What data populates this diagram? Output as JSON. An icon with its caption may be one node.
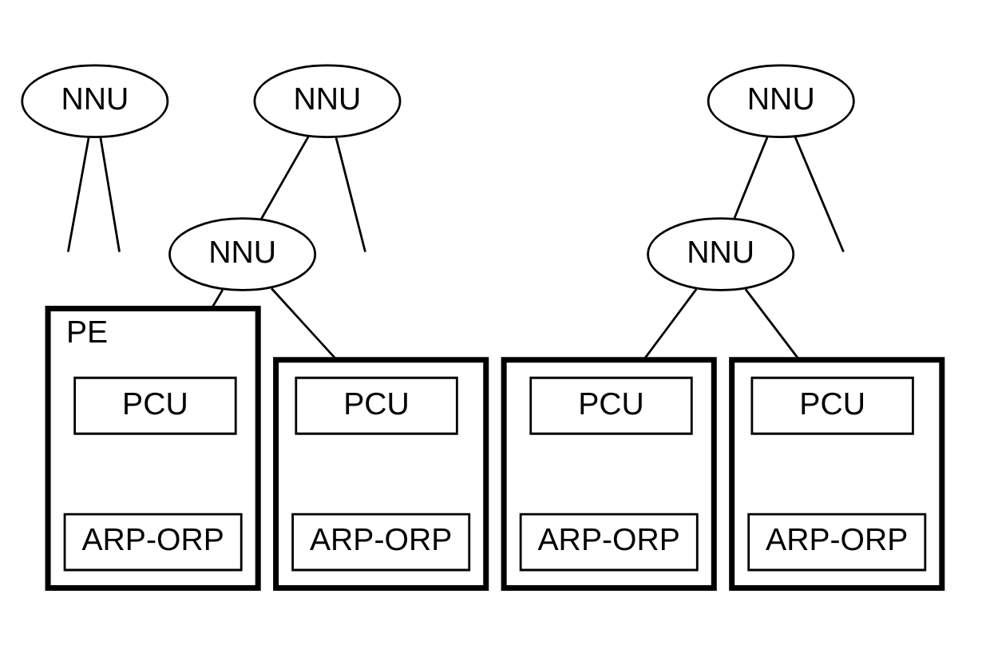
{
  "diagram": {
    "nodes": [
      {
        "text": [
          "NNU"
        ]
      },
      {
        "text": [
          "NNU"
        ]
      },
      {
        "text": [
          "NNU"
        ]
      },
      {
        "text": [
          "NNU"
        ]
      },
      {
        "text": [
          "NNU"
        ]
      },
      {
        "text": [
          "PE"
        ]
      },
      {
        "text": [
          "PCU"
        ],
        "in": 5
      },
      {
        "text": [
          "ARP-ORP"
        ],
        "in": 5
      },
      {
        "text": [],
        "shape": "box"
      },
      {
        "text": [
          "PCU"
        ],
        "in": 8
      },
      {
        "text": [
          "ARP-ORP"
        ],
        "in": 8
      },
      {
        "text": [],
        "shape": "box"
      },
      {
        "text": [
          "PCU"
        ],
        "in": 11
      },
      {
        "text": [
          "ARP-ORP"
        ],
        "in": 11
      },
      {
        "text": [],
        "shape": "box"
      },
      {
        "text": [
          "PCU"
        ],
        "in": 14
      },
      {
        "text": [
          "ARP-ORP"
        ],
        "in": 14
      }
    ],
    "edges": [
      {
        "from": 0,
        "to": null,
        "arrow": "none"
      },
      {
        "from": 0,
        "to": null,
        "arrow": "none"
      },
      {
        "from": 1,
        "to": 3,
        "arrow": "none"
      },
      {
        "from": 1,
        "to": null,
        "arrow": "none"
      },
      {
        "from": 2,
        "to": null,
        "arrow": "none"
      },
      {
        "from": 2,
        "to": 4,
        "arrow": "none"
      },
      {
        "from": 3,
        "to": 5,
        "arrow": "none"
      },
      {
        "from": 3,
        "to": 8,
        "arrow": "none"
      },
      {
        "from": 4,
        "to": 11,
        "arrow": "none"
      },
      {
        "from": 4,
        "to": 14,
        "arrow": "none"
      }
    ]
  }
}
